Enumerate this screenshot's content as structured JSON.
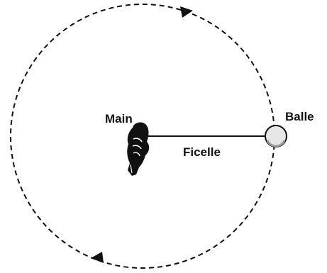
{
  "labels": {
    "hand": "Main",
    "ball": "Balle",
    "string": "Ficelle"
  },
  "colors": {
    "ink": "#111111",
    "ball_fill": "#e6e6e6",
    "ball_shade": "#9a9a9a",
    "background": "#ffffff"
  }
}
